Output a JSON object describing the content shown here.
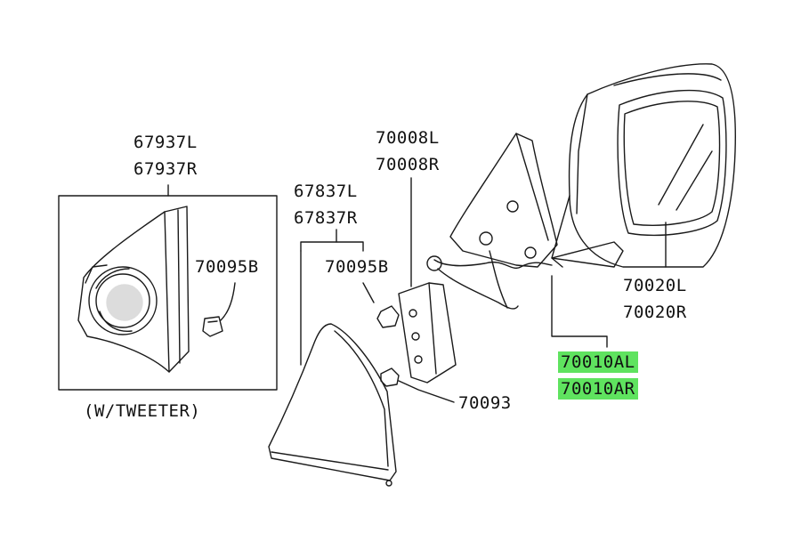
{
  "labels": {
    "tweeter_trim_l": "67937L",
    "tweeter_trim_r": "67937R",
    "screw_tweeter": "70095B",
    "w_tweeter_note": "(W/TWEETER)",
    "trim_cover_l": "67837L",
    "trim_cover_r": "67837R",
    "screw_trim": "70095B",
    "bracket_l": "70008L",
    "bracket_r": "70008R",
    "nut": "70093",
    "mirror_glass_l": "70020L",
    "mirror_glass_r": "70020R",
    "mirror_assy_l": "70010AL",
    "mirror_assy_r": "70010AR"
  },
  "colors": {
    "line": "#1a1a1a",
    "highlight": "#5fe35f",
    "background": "#ffffff"
  }
}
